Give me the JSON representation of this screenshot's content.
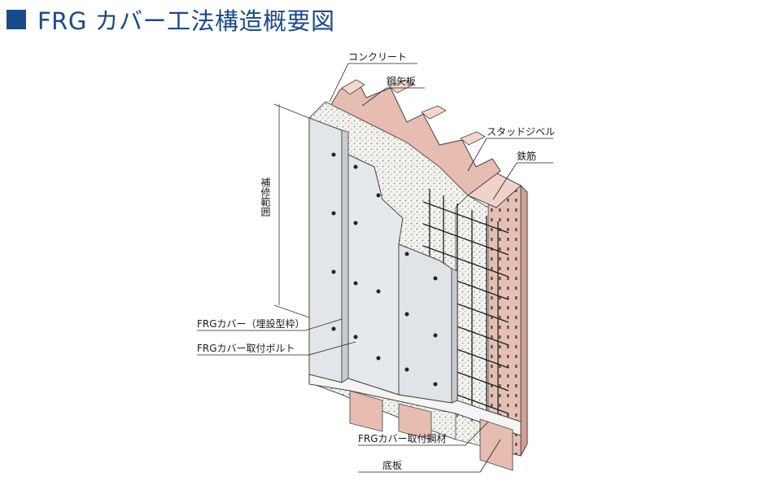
{
  "title": "FRG カバー工法構造概要図",
  "labels": {
    "concrete": "コンクリート",
    "steel_sheet_pile": "鋼矢板",
    "stud_dowel": "スタッドジベル",
    "rebar": "鉄筋",
    "repair_range": "補修範囲",
    "frg_cover_form": "FRGカバー（埋設型枠）",
    "frg_cover_bolt": "FRGカバー取付ボルト",
    "frg_cover_steel": "FRGカバー取付鋼材",
    "base_plate": "底板"
  },
  "colors": {
    "title": "#1a4a8c",
    "sheet_pile": "#e3b9ac",
    "panel": "#dfe3e5",
    "concrete": "#f1f1ee"
  }
}
